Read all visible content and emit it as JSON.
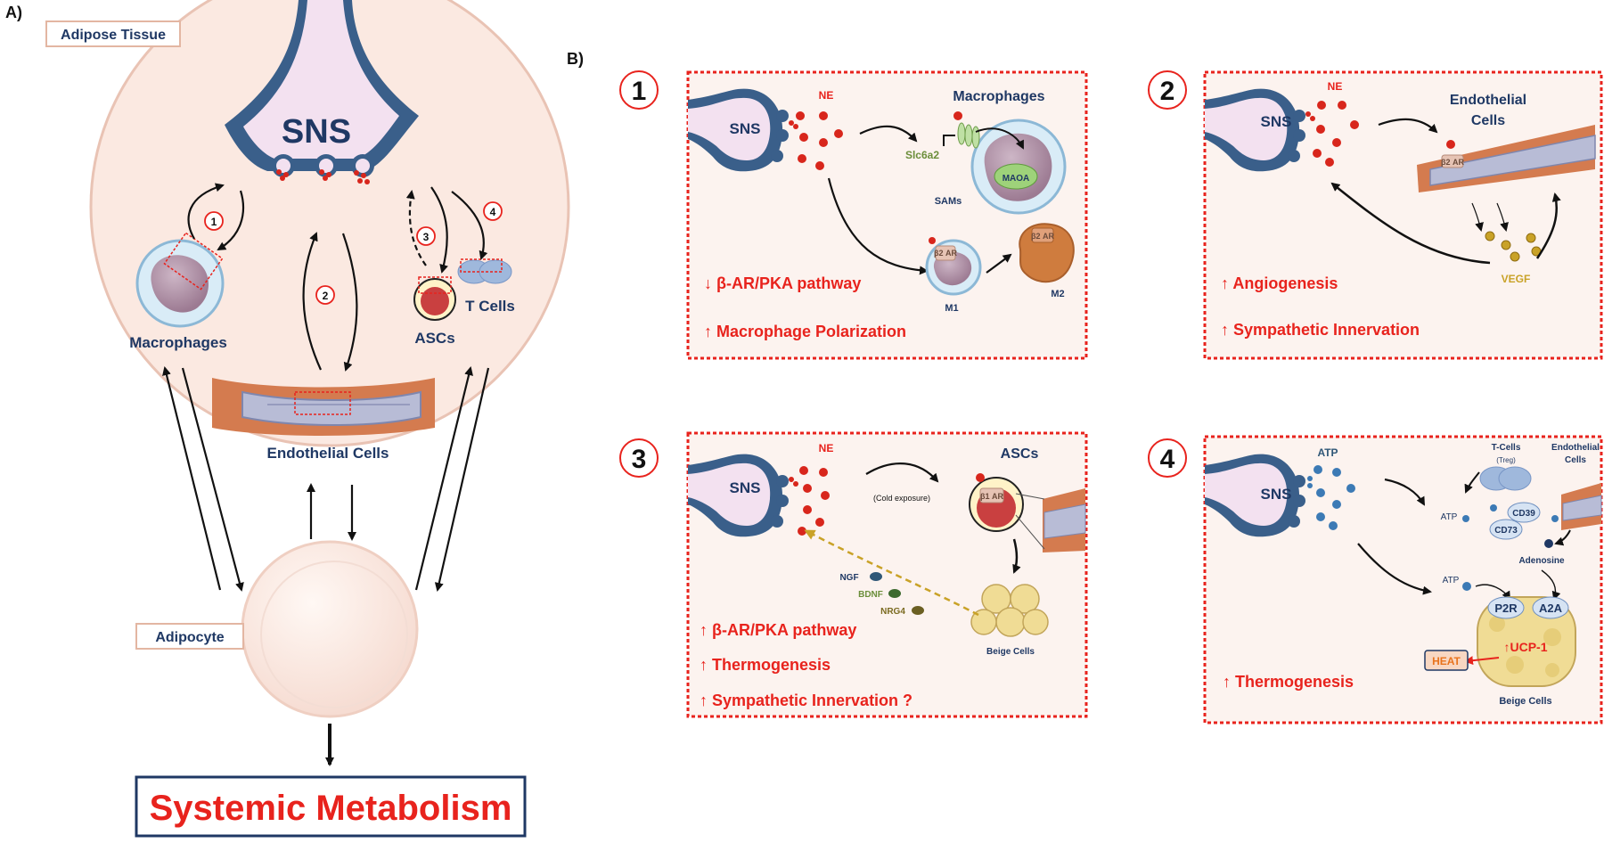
{
  "panel_a": {
    "label": "A)",
    "tissue_label": "Adipose Tissue",
    "sns": "SNS",
    "macrophages": "Macrophages",
    "endothelial": "Endothelial Cells",
    "ascs": "ASCs",
    "tcells": "T Cells",
    "adipocyte": "Adipocyte",
    "systemic": "Systemic Metabolism",
    "steps": [
      "1",
      "2",
      "3",
      "4"
    ]
  },
  "panel_b": {
    "label": "B)",
    "p1": {
      "num": "1",
      "sns": "SNS",
      "ne": "NE",
      "macrophages": "Macrophages",
      "slc": "Slc6a2",
      "maoa": "MAOA",
      "sams": "SAMs",
      "b2ar": "β2 AR",
      "m1": "M1",
      "m2": "M2",
      "line1": "↓ β-AR/PKA pathway",
      "line2": "↑ Macrophage Polarization"
    },
    "p2": {
      "num": "2",
      "sns": "SNS",
      "ne": "NE",
      "endo1": "Endothelial",
      "endo2": "Cells",
      "b2ar": "β2 AR",
      "vegf": "VEGF",
      "line1": "↑ Angiogenesis",
      "line2": "↑ Sympathetic Innervation"
    },
    "p3": {
      "num": "3",
      "sns": "SNS",
      "ne": "NE",
      "cold": "(Cold exposure)",
      "ascs": "ASCs",
      "b1ar": "β1 AR",
      "beige": "Beige Cells",
      "ngf": "NGF",
      "bdnf": "BDNF",
      "nrg4": "NRG4",
      "line1": "↑ β-AR/PKA pathway",
      "line2": "↑ Thermogenesis",
      "line3": "↑ Sympathetic Innervation ?"
    },
    "p4": {
      "num": "4",
      "sns": "SNS",
      "atp": "ATP",
      "tcells": "T-Cells",
      "treg": "(Treg)",
      "endo1": "Endothelial",
      "endo2": "Cells",
      "cd39": "CD39",
      "cd73": "CD73",
      "atp2": "ATP",
      "atp3": "ATP",
      "adenosine": "Adenosine",
      "p2r": "P2R",
      "a2a": "A2A",
      "ucp1": "↑UCP-1",
      "heat": "HEAT",
      "beige": "Beige Cells",
      "line1": "↑ Thermogenesis"
    }
  },
  "colors": {
    "red": "#e8231d",
    "navy": "#1f3864",
    "nerve": "#3a5f8a",
    "nerve_fill": "#f3e1f0",
    "panel_bg": "#fcf3ef",
    "tissue_bg": "#fbe9e1",
    "ne_dot": "#d8261c",
    "atp_dot": "#3c7ab5",
    "gold": "#c9a227",
    "macro_fill": "#b79bb0",
    "endo_outer": "#d47b4f",
    "beige": "#f0dc95"
  }
}
